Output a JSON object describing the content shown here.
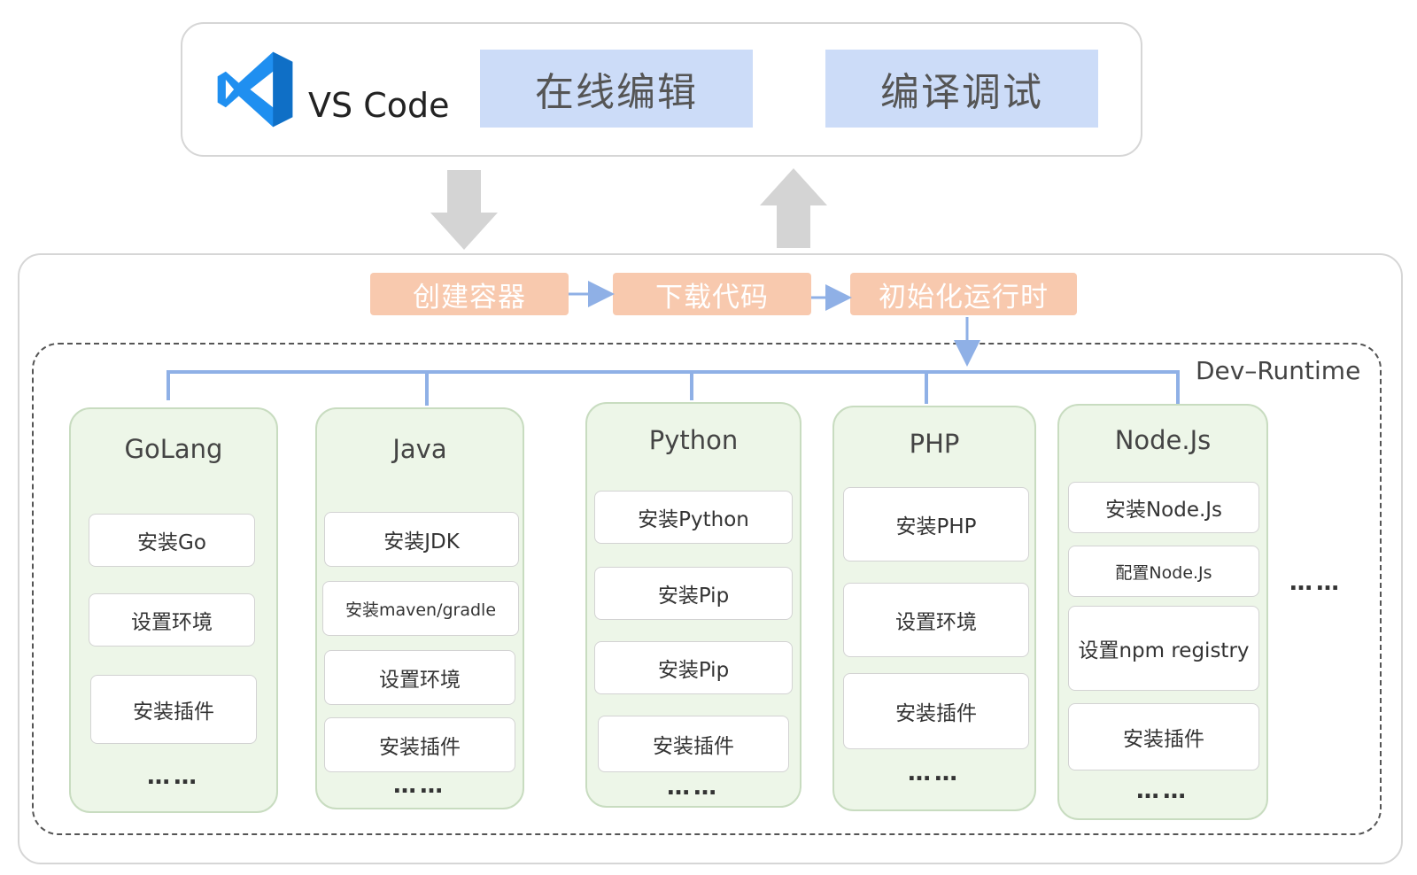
{
  "vscode": {
    "title": "VS Code",
    "logo_icon": "vscode-logo-icon",
    "features": [
      "在线编辑",
      "编译调试"
    ],
    "colors": {
      "feature_bg": "#ccdcf8",
      "logo_blue": "#1f8ff0"
    }
  },
  "pipeline": {
    "steps": [
      "创建容器",
      "下载代码",
      "初始化运行时"
    ],
    "colors": {
      "step_bg": "#f8c9ae",
      "arrow": "#8fb0e6"
    }
  },
  "runtime": {
    "label": "Dev–Runtime",
    "more": "……",
    "languages": [
      {
        "name": "GoLang",
        "steps": [
          "安装Go",
          "设置环境",
          "安装插件"
        ],
        "more": "……"
      },
      {
        "name": "Java",
        "steps": [
          "安装JDK",
          "安装maven/gradle",
          "设置环境",
          "安装插件"
        ],
        "more": "……"
      },
      {
        "name": "Python",
        "steps": [
          "安装Python",
          "安装Pip",
          "安装Pip",
          "安装插件"
        ],
        "more": "……"
      },
      {
        "name": "PHP",
        "steps": [
          "安装PHP",
          "设置环境",
          "安装插件"
        ],
        "more": "……"
      },
      {
        "name": "Node.Js",
        "steps": [
          "安装Node.Js",
          "配置Node.Js",
          "设置npm registry",
          "安装插件"
        ],
        "more": "……"
      }
    ],
    "colors": {
      "column_bg": "#edf6e8",
      "column_border": "#c8dcc0"
    }
  }
}
